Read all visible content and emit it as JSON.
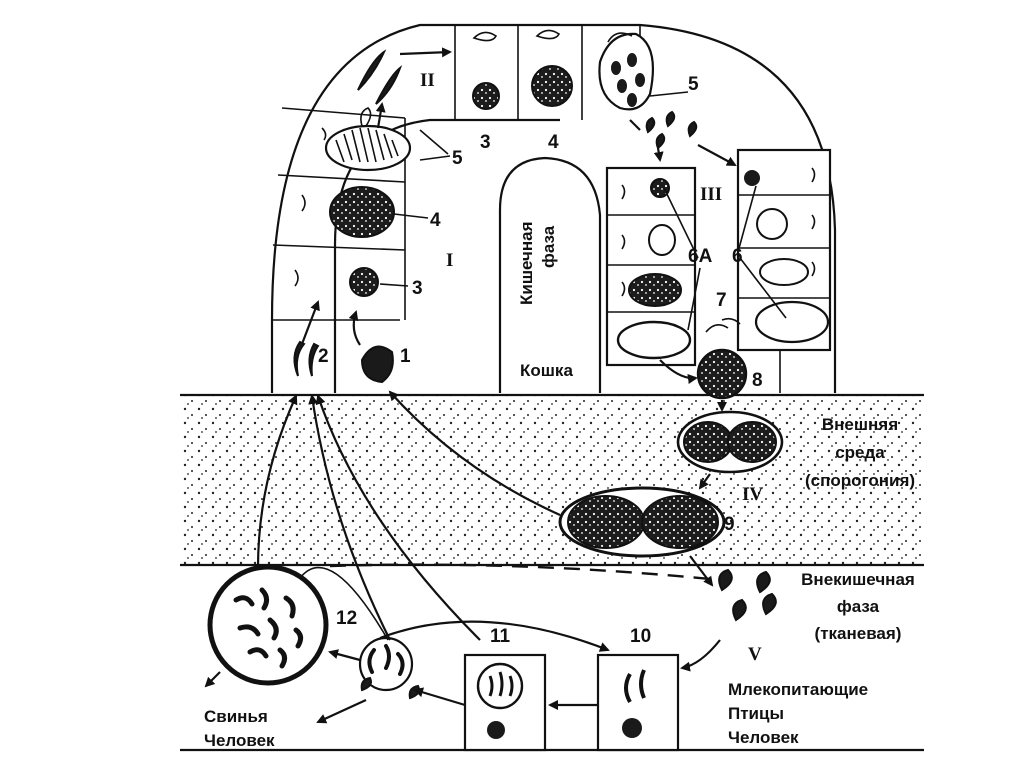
{
  "phase_labels": {
    "intestinal_phase": [
      "Кишечная",
      "фаза"
    ],
    "cat": "Кошка",
    "external_env": [
      "Внешняя",
      "среда",
      "(спорогония)"
    ],
    "extraintestinal": [
      "Внекишечная",
      "фаза",
      "(тканевая)"
    ],
    "hosts_right": [
      "Млекопитающие",
      "Птицы",
      "Человек"
    ],
    "hosts_left": [
      "Свинья",
      "Человек"
    ]
  },
  "roman_numerals": [
    "I",
    "II",
    "III",
    "IV",
    "V"
  ],
  "stage_numbers": {
    "n1": "1",
    "n2": "2",
    "n3a": "3",
    "n3b": "3",
    "n4a": "4",
    "n4b": "4",
    "n5a": "5",
    "n5b": "5",
    "n6": "6",
    "n6a": "6А",
    "n7": "7",
    "n8": "8",
    "n9": "9",
    "n10": "10",
    "n11": "11",
    "n12": "12"
  }
}
